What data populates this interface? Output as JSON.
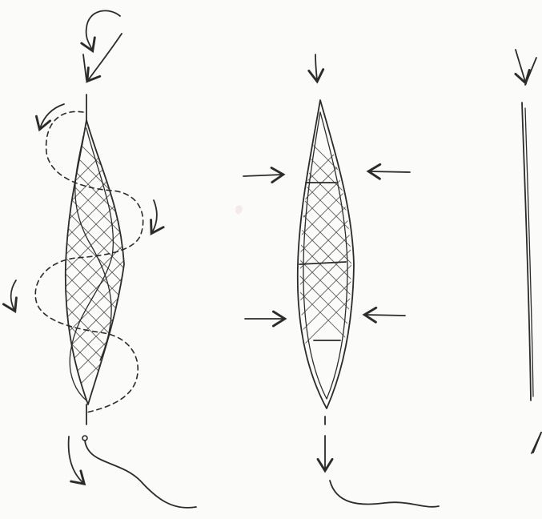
{
  "figure": {
    "panels": [
      {
        "id": "left",
        "description_icon": "spiral-wrapped-spindle-icon"
      },
      {
        "id": "middle",
        "description_icon": "compressed-spindle-icon"
      },
      {
        "id": "right",
        "description_icon": "straight-line-icon"
      }
    ],
    "colors": {
      "paper": "#fbfbfa",
      "ink": "#2b2b2b"
    }
  }
}
